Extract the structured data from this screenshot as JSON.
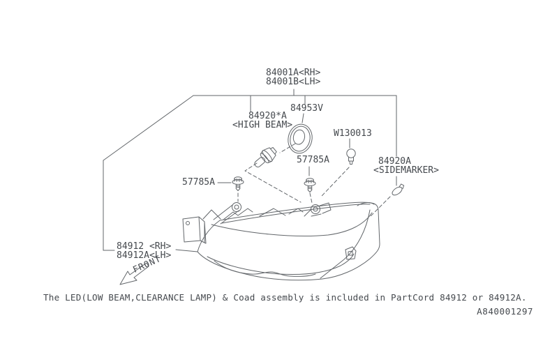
{
  "labels": {
    "assy_rh": "84001A<RH>",
    "assy_lh": "84001B<LH>",
    "ring": "84953V",
    "high_beam_part": "84920*A",
    "high_beam_caption": "<HIGH BEAM>",
    "clip": "W130013",
    "sidemarker_part": "84920A",
    "sidemarker_caption": "<SIDEMARKER>",
    "screw_right": "57785A",
    "screw_left": "57785A",
    "lamp_rh": "84912 <RH>",
    "lamp_lh": "84912A<LH>",
    "front": "FRONT"
  },
  "note": "The LED(LOW BEAM,CLEARANCE LAMP) & Coad assembly is included in PartCord 84912 or 84912A.",
  "doc_id": "A840001297",
  "colors": {
    "line": "#62666a",
    "text": "#45494e",
    "background": "#ffffff"
  }
}
